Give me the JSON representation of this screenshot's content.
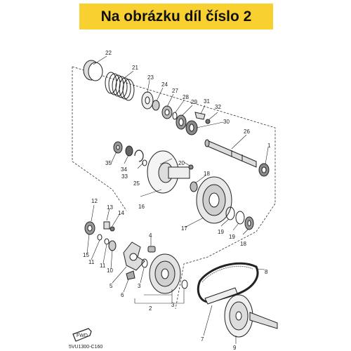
{
  "banner": {
    "text": "Na obrázku díl číslo 2",
    "color": "#f8d131"
  },
  "diagram": {
    "code": "5VU1300-C160",
    "fwd_label": "FWD",
    "callouts": [
      "22",
      "21",
      "23",
      "24",
      "27",
      "28",
      "29",
      "31",
      "32",
      "30",
      "26",
      "1",
      "35",
      "34",
      "33",
      "25",
      "20",
      "16",
      "18",
      "17",
      "19",
      "19",
      "18",
      "12",
      "13",
      "14",
      "15",
      "11",
      "11",
      "10",
      "4",
      "3",
      "5",
      "6",
      "2",
      "3",
      "8",
      "7",
      "9"
    ]
  }
}
